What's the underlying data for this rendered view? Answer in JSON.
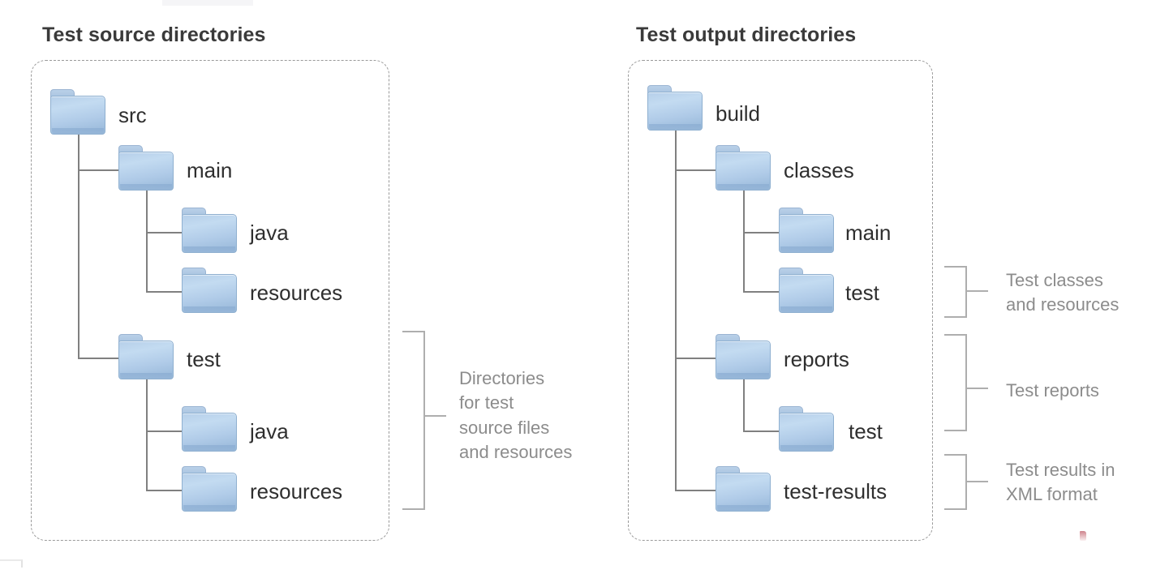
{
  "panels": [
    {
      "id": "test-source-directories",
      "title": "Test source directories",
      "tree": [
        {
          "label": "src",
          "depth": 0
        },
        {
          "label": "main",
          "depth": 1
        },
        {
          "label": "java",
          "depth": 2
        },
        {
          "label": "resources",
          "depth": 2
        },
        {
          "label": "test",
          "depth": 1
        },
        {
          "label": "java",
          "depth": 2
        },
        {
          "label": "resources",
          "depth": 2
        }
      ],
      "annotations": [
        {
          "text": "Directories\nfor test\nsource files\nand resources"
        }
      ]
    },
    {
      "id": "test-output-directories",
      "title": "Test output directories",
      "tree": [
        {
          "label": "build",
          "depth": 0
        },
        {
          "label": "classes",
          "depth": 1
        },
        {
          "label": "main",
          "depth": 2
        },
        {
          "label": "test",
          "depth": 2
        },
        {
          "label": "reports",
          "depth": 1
        },
        {
          "label": "test",
          "depth": 2
        },
        {
          "label": "test-results",
          "depth": 1
        }
      ],
      "annotations": [
        {
          "text": "Test classes\nand resources"
        },
        {
          "text": "Test reports"
        },
        {
          "text": "Test results in\nXML format"
        }
      ]
    }
  ],
  "colors": {
    "folder_light": "#c3dbf1",
    "folder_mid": "#b0cbe8",
    "folder_dark": "#96b7d8",
    "folder_border": "#8fb0d0",
    "connector": "#808080",
    "dashed_border": "#9a9a9a",
    "bracket": "#aeaeae",
    "title_text": "#3a3a3a",
    "label_text": "#2f2f2f",
    "annotation_text": "#8c8c8c",
    "background": "#ffffff"
  }
}
